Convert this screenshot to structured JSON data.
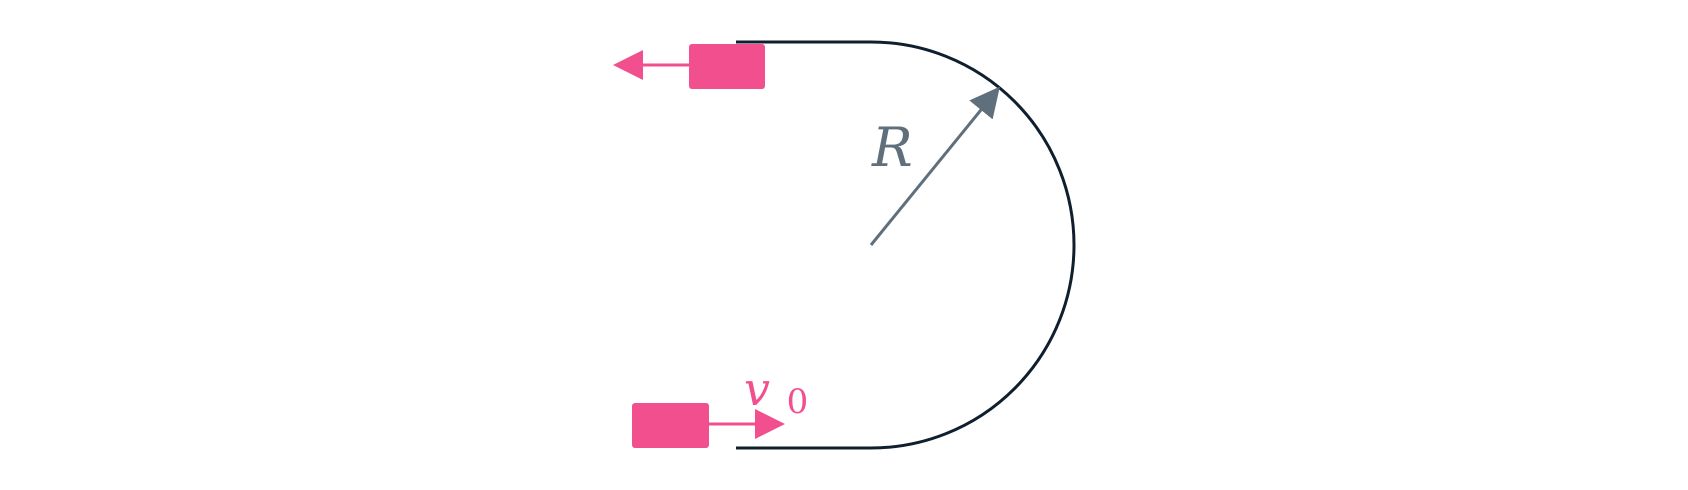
{
  "diagram": {
    "labels": {
      "radius": "R",
      "velocity_symbol": "v",
      "velocity_subscript": "0"
    },
    "colors": {
      "track": "#0f1f2e",
      "block": "#f24f8f",
      "velocity_arrow": "#f24f8f",
      "radius_arrow": "#5f6f7c",
      "radius_label": "#5f6f7c"
    },
    "elements": [
      "track-curve",
      "top-block",
      "top-block-left-arrow",
      "bottom-block",
      "velocity-arrow",
      "radius-arrow"
    ]
  }
}
